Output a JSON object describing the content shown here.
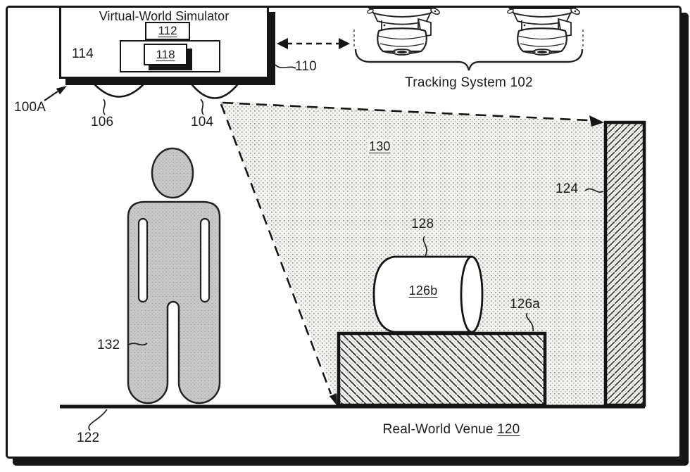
{
  "labels": {
    "ref_100a": "100A",
    "simulator_title": "Virtual-World Simulator",
    "ref_112": "112",
    "ref_114": "114",
    "ref_118": "118",
    "ref_110": "110",
    "ref_106": "106",
    "ref_104": "104",
    "tracking_system": "Tracking System",
    "ref_102": "102",
    "ref_130": "130",
    "ref_124": "124",
    "ref_128": "128",
    "ref_126b": "126b",
    "ref_126a": "126a",
    "ref_132": "132",
    "ref_122": "122",
    "venue_label": "Real-World Venue",
    "ref_120": "120"
  },
  "colors": {
    "line": "#161616",
    "person_fill": "#c9c9c9",
    "cone_fill": "#f2f2ef",
    "background": "#ffffff"
  }
}
